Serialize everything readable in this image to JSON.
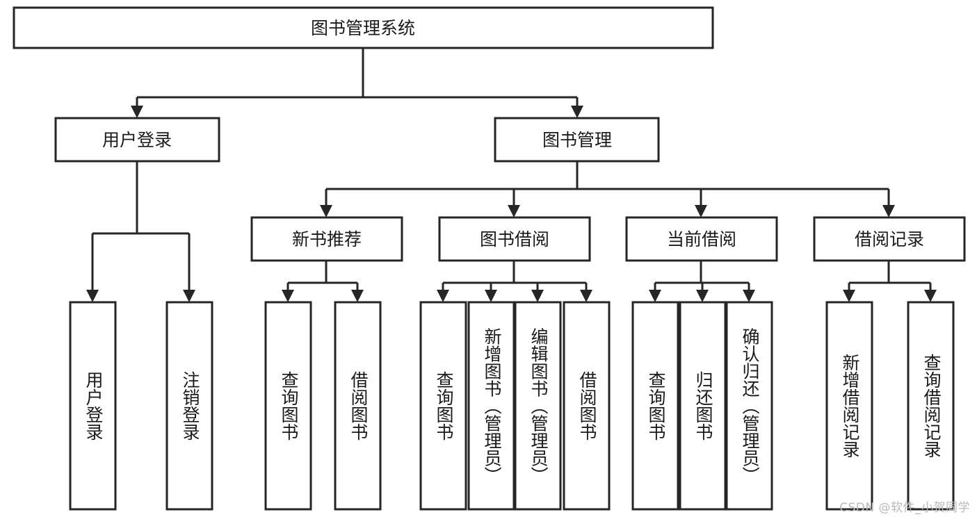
{
  "diagram": {
    "title": "图书管理系统",
    "type": "hierarchy-tree",
    "colors": {
      "box_stroke": "#262626",
      "box_fill": "#ffffff",
      "text": "#1a1a1a",
      "watermark": "#b9b9b9"
    },
    "levels": {
      "root": "图书管理系统",
      "level2": [
        "用户登录",
        "图书管理"
      ],
      "level3": [
        "新书推荐",
        "图书借阅",
        "当前借阅",
        "借阅记录"
      ]
    },
    "nodes": {
      "root": {
        "label": "图书管理系统",
        "orientation": "horizontal"
      },
      "user_login": {
        "label": "用户登录",
        "orientation": "horizontal"
      },
      "book_manage": {
        "label": "图书管理",
        "orientation": "horizontal"
      },
      "new_book_rec": {
        "label": "新书推荐",
        "orientation": "horizontal"
      },
      "book_borrow": {
        "label": "图书借阅",
        "orientation": "horizontal"
      },
      "current_borrow": {
        "label": "当前借阅",
        "orientation": "horizontal"
      },
      "borrow_record": {
        "label": "借阅记录",
        "orientation": "horizontal"
      },
      "leaf_user_login": {
        "label": "用户登录",
        "orientation": "vertical"
      },
      "leaf_logout": {
        "label": "注销登录",
        "orientation": "vertical"
      },
      "leaf_query_book_rec": {
        "label": "查询图书",
        "orientation": "vertical"
      },
      "leaf_borrow_book_rec": {
        "label": "借阅图书",
        "orientation": "vertical"
      },
      "leaf_query_book_b": {
        "label": "查询图书",
        "orientation": "vertical"
      },
      "leaf_add_book": {
        "label": "新增图书（管理员）",
        "orientation": "vertical"
      },
      "leaf_edit_book": {
        "label": "编辑图书（管理员）",
        "orientation": "vertical"
      },
      "leaf_borrow_book_b": {
        "label": "借阅图书",
        "orientation": "vertical"
      },
      "leaf_query_book_c": {
        "label": "查询图书",
        "orientation": "vertical"
      },
      "leaf_return_book": {
        "label": "归还图书",
        "orientation": "vertical"
      },
      "leaf_confirm_return": {
        "label": "确认归还（管理员）",
        "orientation": "vertical"
      },
      "leaf_add_record": {
        "label": "新增借阅记录",
        "orientation": "vertical"
      },
      "leaf_query_record": {
        "label": "查询借阅记录",
        "orientation": "vertical"
      }
    },
    "edges": [
      {
        "from": "root",
        "to": "user_login"
      },
      {
        "from": "root",
        "to": "book_manage"
      },
      {
        "from": "user_login",
        "to": "leaf_user_login"
      },
      {
        "from": "user_login",
        "to": "leaf_logout"
      },
      {
        "from": "book_manage",
        "to": "new_book_rec"
      },
      {
        "from": "book_manage",
        "to": "book_borrow"
      },
      {
        "from": "book_manage",
        "to": "current_borrow"
      },
      {
        "from": "book_manage",
        "to": "borrow_record"
      },
      {
        "from": "new_book_rec",
        "to": "leaf_query_book_rec"
      },
      {
        "from": "new_book_rec",
        "to": "leaf_borrow_book_rec"
      },
      {
        "from": "book_borrow",
        "to": "leaf_query_book_b"
      },
      {
        "from": "book_borrow",
        "to": "leaf_add_book"
      },
      {
        "from": "book_borrow",
        "to": "leaf_edit_book"
      },
      {
        "from": "book_borrow",
        "to": "leaf_borrow_book_b"
      },
      {
        "from": "current_borrow",
        "to": "leaf_query_book_c"
      },
      {
        "from": "current_borrow",
        "to": "leaf_return_book"
      },
      {
        "from": "current_borrow",
        "to": "leaf_confirm_return"
      },
      {
        "from": "borrow_record",
        "to": "leaf_add_record"
      },
      {
        "from": "borrow_record",
        "to": "leaf_query_record"
      }
    ]
  },
  "watermark": {
    "text": "CSDN @软件_小贺同学"
  }
}
